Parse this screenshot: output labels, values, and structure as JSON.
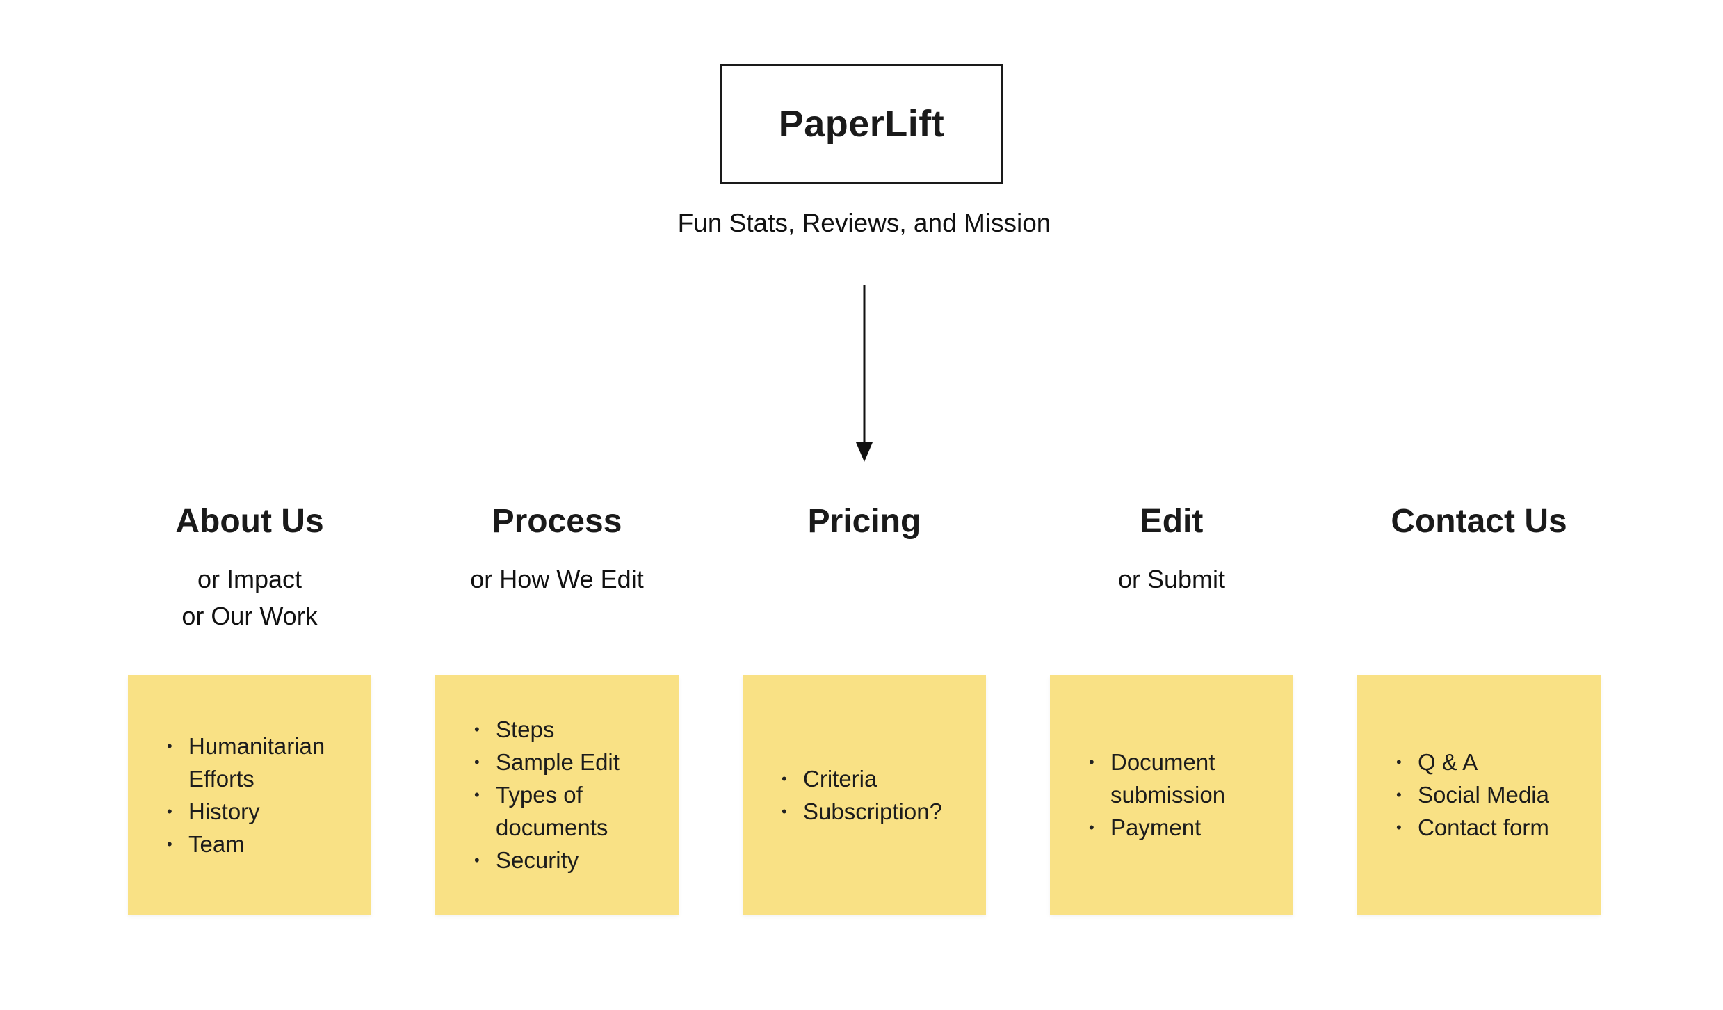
{
  "page": {
    "background_color": "#ffffff",
    "text_color": "#1a1a1a",
    "note_color": "#f9e185"
  },
  "root_node": {
    "title": "PaperLift",
    "subtitle": "Fun Stats, Reviews, and Mission"
  },
  "connector": {
    "name": "arrow-down",
    "color": "#111111"
  },
  "columns": [
    {
      "id": "about-us",
      "heading": "About Us",
      "alt_labels": [
        "or Impact",
        "or Our Work"
      ],
      "note_items": [
        "Humanitarian Efforts",
        "History",
        "Team"
      ]
    },
    {
      "id": "process",
      "heading": "Process",
      "alt_labels": [
        "or How We Edit"
      ],
      "note_items": [
        "Steps",
        "Sample Edit",
        "Types of documents",
        "Security"
      ]
    },
    {
      "id": "pricing",
      "heading": "Pricing",
      "alt_labels": [],
      "note_items": [
        "Criteria",
        "Subscription?"
      ]
    },
    {
      "id": "edit",
      "heading": "Edit",
      "alt_labels": [
        "or Submit"
      ],
      "note_items": [
        "Document submission",
        "Payment"
      ]
    },
    {
      "id": "contact-us",
      "heading": "Contact Us",
      "alt_labels": [],
      "note_items": [
        "Q & A",
        "Social Media",
        "Contact form"
      ]
    }
  ],
  "glyphs": {
    "bullet": "•"
  }
}
